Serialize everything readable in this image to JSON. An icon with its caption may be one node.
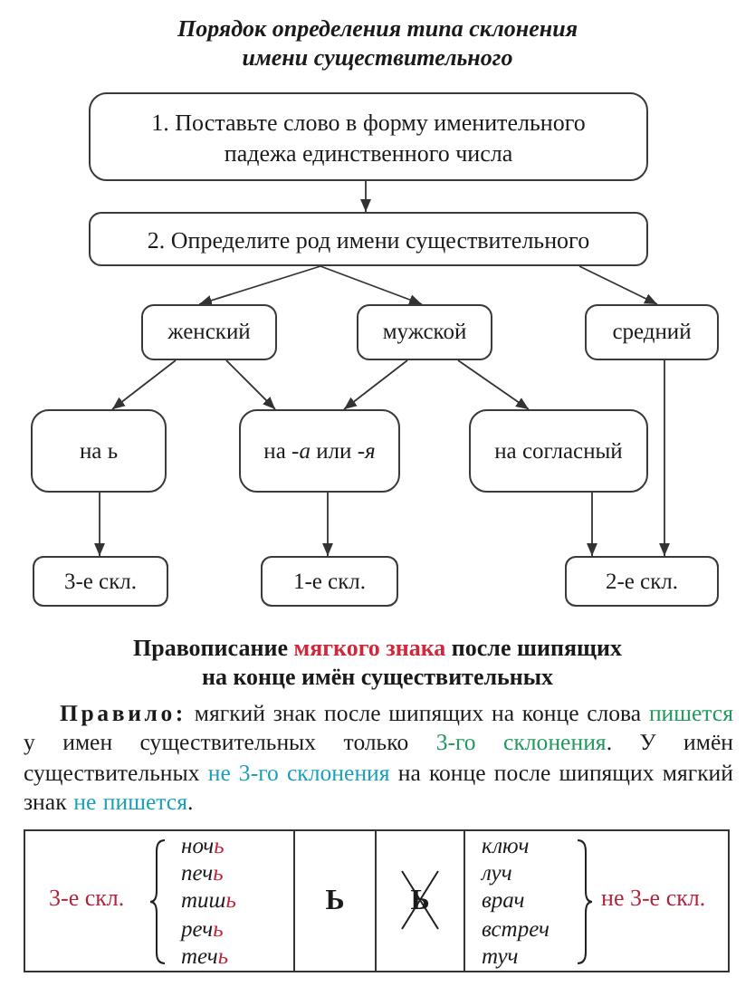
{
  "diagram": {
    "title": "Порядок определения типа склонения имени существительного",
    "nodes": [
      {
        "text": [
          "1. Поставьте слово в форму именительного падежа единственного числа"
        ]
      },
      {
        "text": [
          "2. Определите род имени существительного"
        ]
      },
      {
        "text": [
          "женский"
        ]
      },
      {
        "text": [
          "мужской"
        ]
      },
      {
        "text": [
          "средний"
        ]
      },
      {
        "text": [
          "на ь"
        ]
      },
      {
        "text": [
          "на *-а* или *-я*"
        ]
      },
      {
        "text": [
          "на согласный"
        ]
      },
      {
        "text": [
          "3-е скл."
        ]
      },
      {
        "text": [
          "1-е скл."
        ]
      },
      {
        "text": [
          "2-е скл."
        ]
      }
    ],
    "edges": [
      {
        "from": 0,
        "to": 1,
        "arrow": "to"
      },
      {
        "from": 1,
        "to": 2,
        "arrow": "to"
      },
      {
        "from": 1,
        "to": 3,
        "arrow": "to"
      },
      {
        "from": 1,
        "to": 4,
        "arrow": "to"
      },
      {
        "from": 2,
        "to": 5,
        "arrow": "to"
      },
      {
        "from": 2,
        "to": 6,
        "arrow": "to"
      },
      {
        "from": 3,
        "to": 6,
        "arrow": "to"
      },
      {
        "from": 3,
        "to": 7,
        "arrow": "to"
      },
      {
        "from": 4,
        "to": 10,
        "arrow": "to"
      },
      {
        "from": 5,
        "to": 8,
        "arrow": "to"
      },
      {
        "from": 6,
        "to": 9,
        "arrow": "to"
      },
      {
        "from": 7,
        "to": 10,
        "arrow": "to"
      }
    ],
    "labels": [
      "Правописание **мягкого знака** после шипящих на конце имён существительных",
      "**Правило:** мягкий знак после шипящих на конце слова *пишется* у имен существительных только *3-го склонения*. У имён существительных *не 3-го склонения* на конце после шипящих мягкий знак *не пишется*.",
      "3-е скл.",
      "ноч**ь**",
      "печ**ь**",
      "тиш**ь**",
      "реч**ь**",
      "теч**ь**",
      "Ь",
      "Ь",
      "ключ",
      "луч",
      "врач",
      "встреч",
      "туч",
      "не 3-е скл."
    ]
  }
}
